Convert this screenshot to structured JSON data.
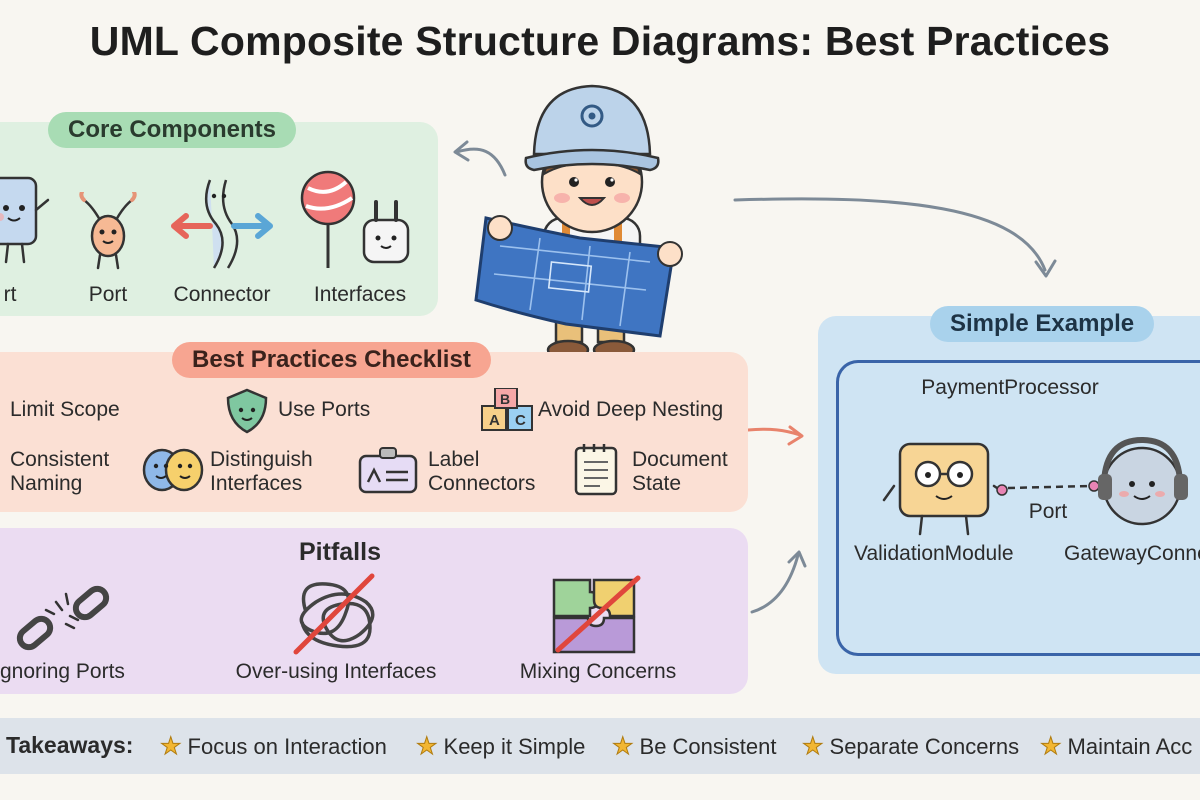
{
  "title": "UML Composite Structure Diagrams: Best Practices",
  "core": {
    "heading": "Core Components",
    "items": [
      {
        "label": "rt",
        "icon": "part-block-icon"
      },
      {
        "label": "Port",
        "icon": "port-creature-icon"
      },
      {
        "label": "Connector",
        "icon": "connector-arrows-icon"
      },
      {
        "label": "Interfaces",
        "icon": "lollipop-plug-icon"
      }
    ]
  },
  "checklist": {
    "heading": "Best Practices Checklist",
    "items": [
      {
        "label": "Limit Scope",
        "icon": "scope-icon"
      },
      {
        "label": "Use Ports",
        "icon": "shield-port-icon"
      },
      {
        "label": "Avoid Deep Nesting",
        "icon": "abc-blocks-icon"
      },
      {
        "label": "Consistent\nNaming",
        "icon": "naming-icon"
      },
      {
        "label": "Distinguish\nInterfaces",
        "icon": "two-faces-icon"
      },
      {
        "label": "Label\nConnectors",
        "icon": "label-tag-icon"
      },
      {
        "label": "Document\nState",
        "icon": "notepad-icon"
      }
    ]
  },
  "pitfalls": {
    "heading": "Pitfalls",
    "items": [
      {
        "label": "gnoring Ports",
        "icon": "broken-chain-icon"
      },
      {
        "label": "Over-using Interfaces",
        "icon": "tangled-lines-icon"
      },
      {
        "label": "Mixing Concerns",
        "icon": "crossed-puzzle-icon"
      }
    ]
  },
  "example": {
    "heading": "Simple Example",
    "container": "PaymentProcessor",
    "left_part": "ValidationModule",
    "right_part": "GatewayConne",
    "port_label": "Port"
  },
  "takeaways": {
    "heading": "Takeaways:",
    "items": [
      "Focus on Interaction",
      "Keep it Simple",
      "Be Consistent",
      "Separate Concerns",
      "Maintain Acc"
    ]
  },
  "colors": {
    "background": "#f8f6f1",
    "core_panel": "#dff0e1",
    "core_pill": "#a8dcb4",
    "checklist_panel": "#fbe0d4",
    "checklist_pill": "#f7a591",
    "pitfalls_panel": "#ebdcf2",
    "example_panel": "#cfe4f3",
    "example_pill": "#a9d2ec",
    "takeaways_bar": "#dde3ea",
    "star": "#f2b632"
  }
}
